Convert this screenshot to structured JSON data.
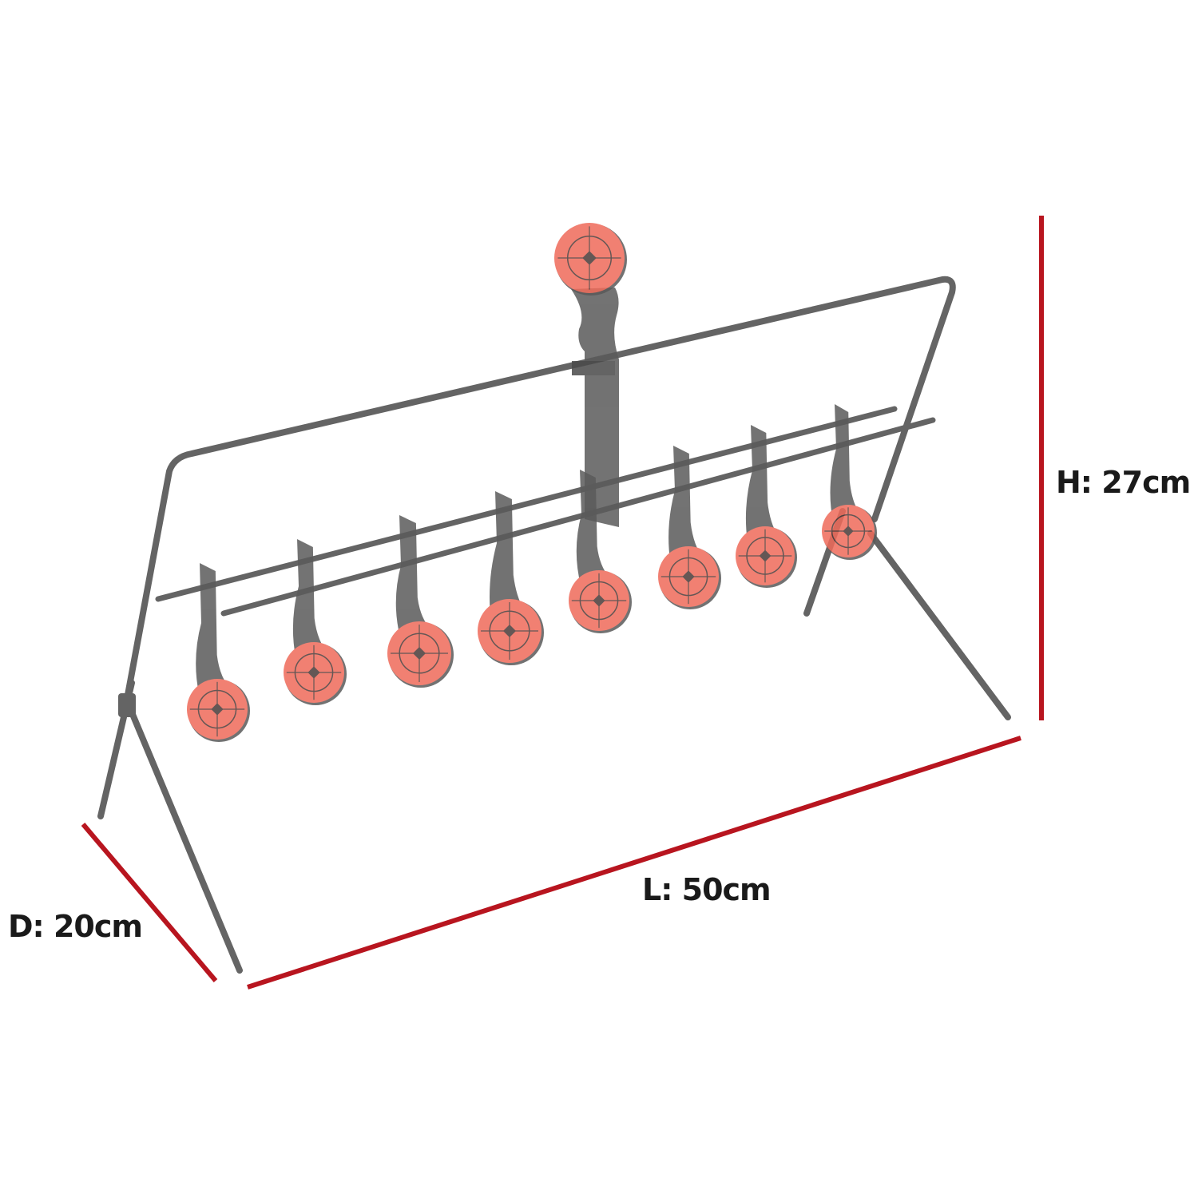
{
  "colors": {
    "frame": "#4a4a4a",
    "plate": "#5a5a5a",
    "target_face": "#ef6b5a",
    "target_lines": "#4a3a38",
    "dimension_line": "#b8151f",
    "label": "#1a1a1a"
  },
  "dimensions": {
    "height": "H: 27cm",
    "length": "L: 50cm",
    "depth": "D: 20cm"
  }
}
